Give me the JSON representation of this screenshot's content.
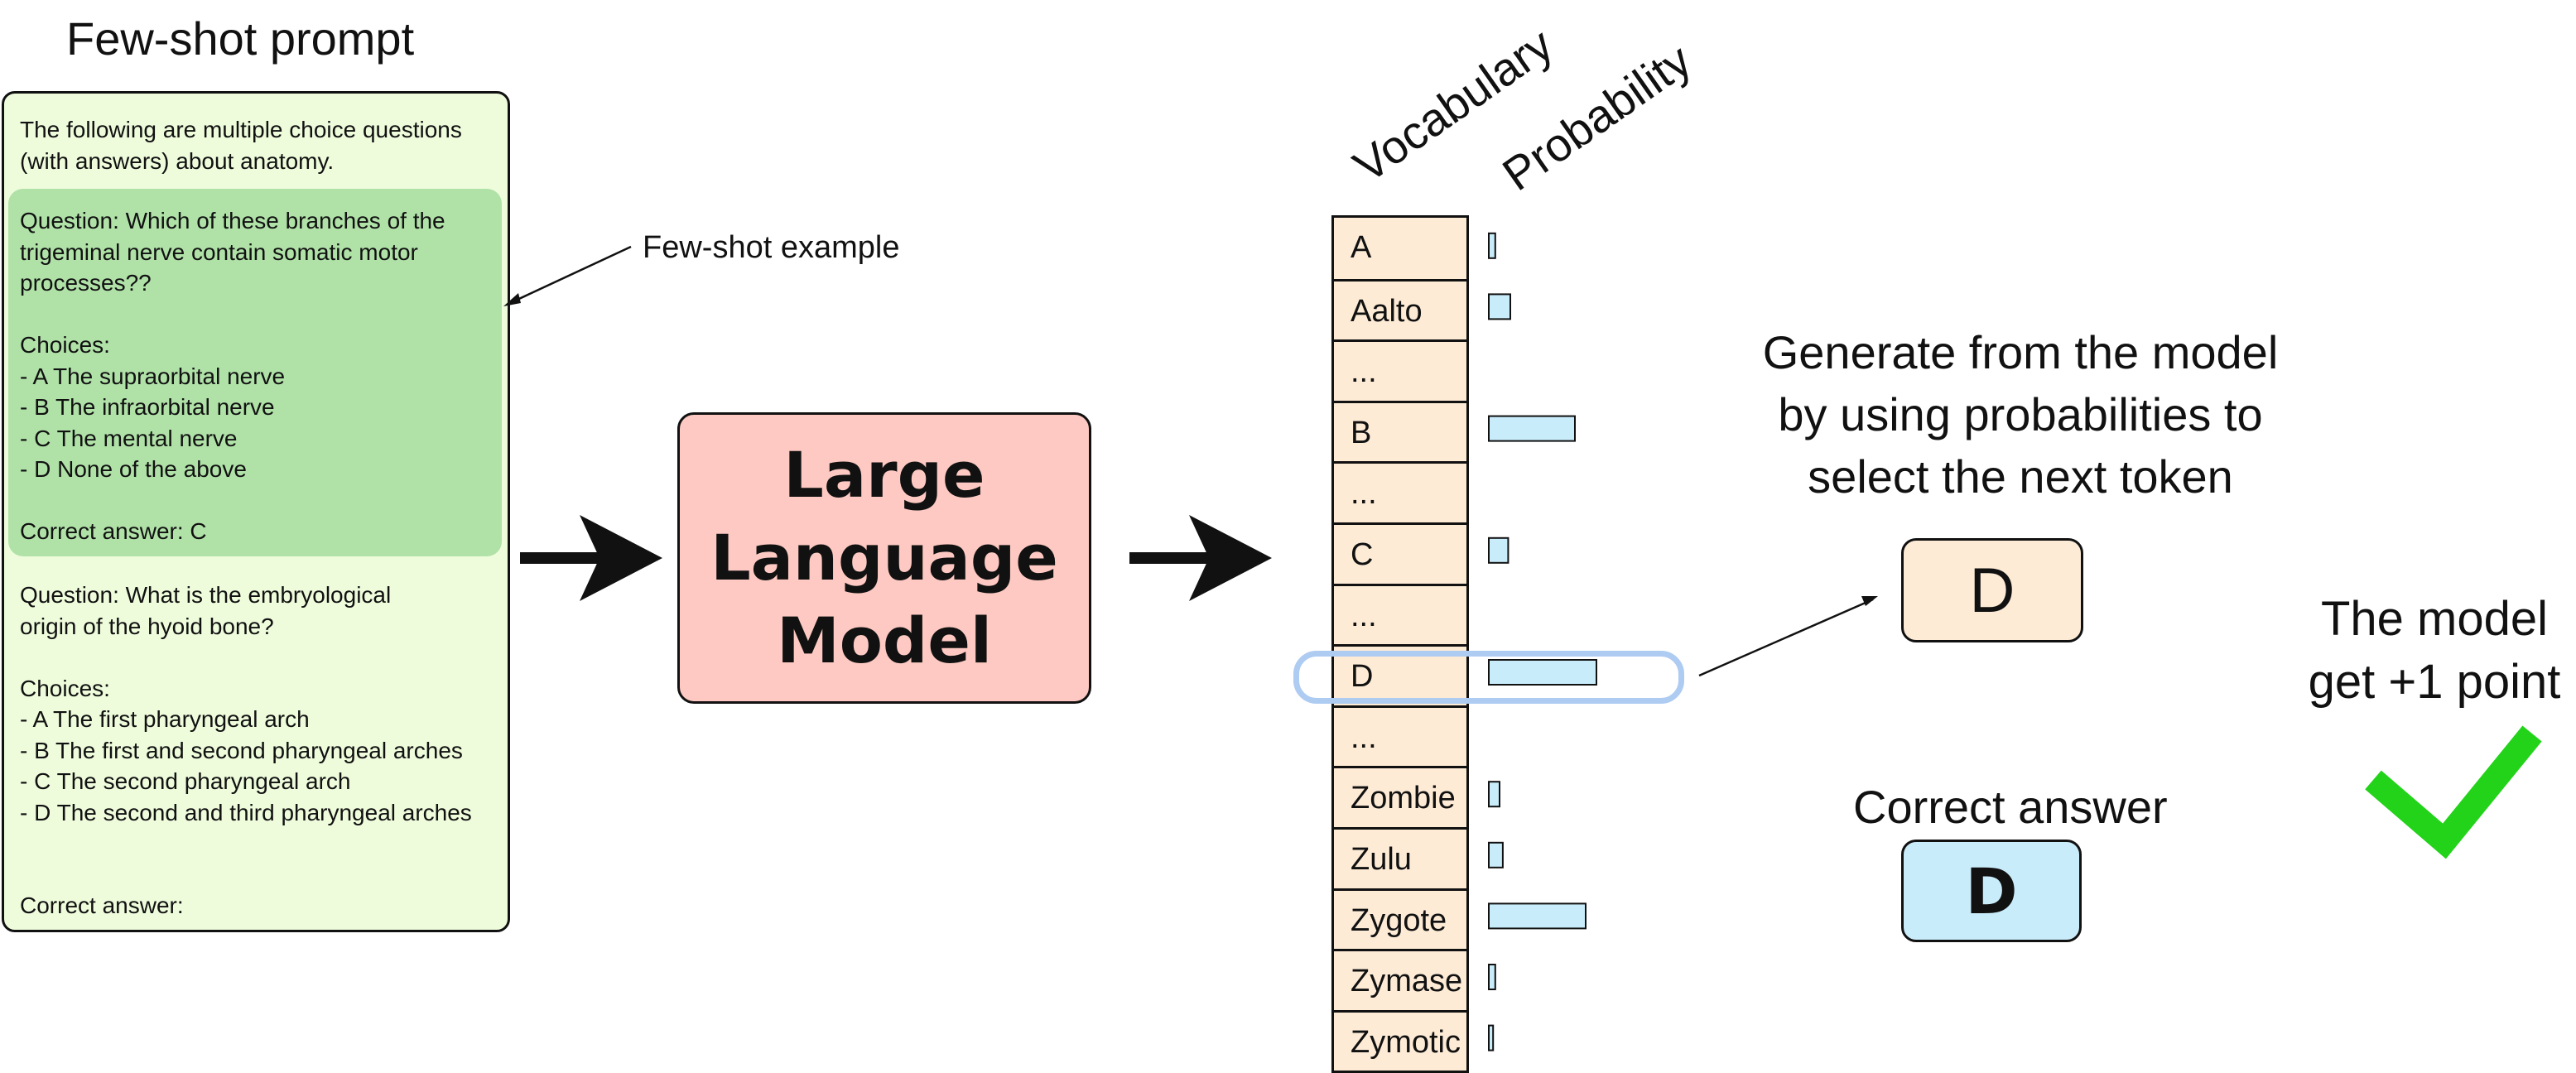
{
  "prompt": {
    "title": "Few-shot prompt",
    "intro": [
      "The following are multiple choice questions",
      "(with answers) about anatomy."
    ],
    "example": [
      "Question: Which of these branches of the",
      "trigeminal nerve contain somatic motor",
      "processes??",
      "",
      "Choices:",
      "- A The supraorbital nerve",
      "- B The infraorbital nerve",
      "- C The mental nerve",
      "- D None of the above",
      "",
      "Correct answer: C"
    ],
    "question": [
      "Question: What is the embryological",
      "origin of the hyoid bone?",
      "",
      "Choices:",
      "- A The first pharyngeal arch",
      "- B The first and second pharyngeal arches",
      "- C The second pharyngeal arch",
      "- D The second and third pharyngeal arches",
      "",
      "",
      "Correct answer:"
    ]
  },
  "callout": {
    "label": "Few-shot example"
  },
  "model": {
    "label": "Large\nLanguage\nModel"
  },
  "vocab": {
    "vocabulary_label": "Vocabulary",
    "probability_label": "Probability",
    "rows": [
      {
        "token": "A",
        "prob": 0.06
      },
      {
        "token": "Aalto",
        "prob": 0.2
      },
      {
        "token": "...",
        "prob": 0
      },
      {
        "token": "B",
        "prob": 0.8
      },
      {
        "token": "...",
        "prob": 0
      },
      {
        "token": "C",
        "prob": 0.18
      },
      {
        "token": "...",
        "prob": 0
      },
      {
        "token": "D",
        "prob": 1.0
      },
      {
        "token": "...",
        "prob": 0
      },
      {
        "token": "Zombie",
        "prob": 0.1
      },
      {
        "token": "Zulu",
        "prob": 0.13
      },
      {
        "token": "Zygote",
        "prob": 0.9
      },
      {
        "token": "Zymase",
        "prob": 0.06
      },
      {
        "token": "Zymotic",
        "prob": 0.04
      }
    ],
    "highlighted": "D"
  },
  "generation": {
    "text": [
      "Generate from the model",
      "by using probabilities to",
      "select the next token"
    ],
    "generated": "D",
    "correct_title": "Correct answer",
    "correct": "D",
    "result": [
      "The model",
      "get +1 point"
    ]
  },
  "colors": {
    "prompt_bg": "#eefcdc",
    "example_bg": "#b0e2a8",
    "model_bg": "#fdc9c2",
    "vocab_bg": "#fdebd6",
    "bar_fill": "#c9ecfa",
    "highlight": "#aecbf2",
    "check": "#22d31a"
  }
}
